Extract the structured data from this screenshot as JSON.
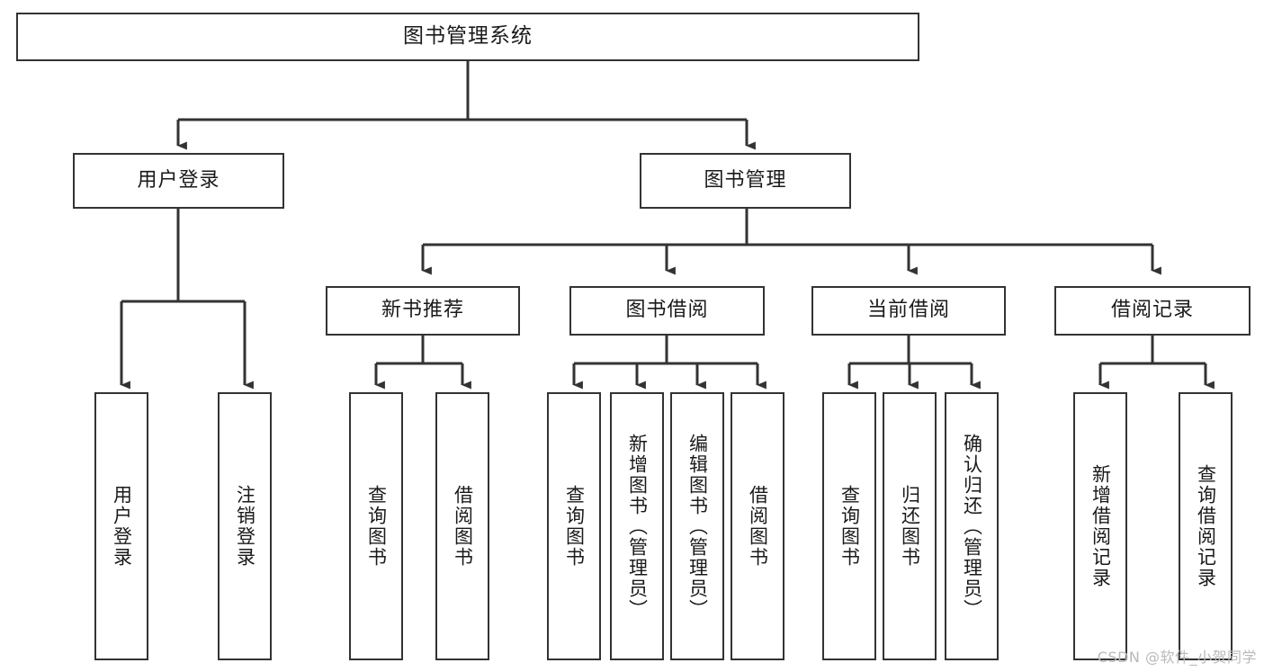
{
  "diagram": {
    "title": "图书管理系统",
    "type": "tree",
    "watermark": "CSDN @软件_小贺同学",
    "colors": {
      "stroke": "#333333",
      "fill": "#ffffff",
      "text": "#1a1a1a",
      "watermark": "#b9b9b9"
    },
    "nodes": {
      "root": {
        "label": "图书管理系统"
      },
      "level2": [
        {
          "id": "user-login",
          "label": "用户登录"
        },
        {
          "id": "book-manage",
          "label": "图书管理"
        }
      ],
      "level3": [
        {
          "id": "new-book-recommend",
          "label": "新书推荐"
        },
        {
          "id": "book-borrow",
          "label": "图书借阅"
        },
        {
          "id": "current-borrow",
          "label": "当前借阅"
        },
        {
          "id": "borrow-record",
          "label": "借阅记录"
        }
      ],
      "leaves": {
        "user_login": [
          {
            "id": "leaf-user-login",
            "label": "用户登录"
          },
          {
            "id": "leaf-logout-login",
            "label": "注销登录"
          }
        ],
        "new_book_recommend": [
          {
            "id": "leaf-query-book-1",
            "label": "查询图书"
          },
          {
            "id": "leaf-borrow-book-1",
            "label": "借阅图书"
          }
        ],
        "book_borrow": [
          {
            "id": "leaf-query-book-2",
            "label": "查询图书"
          },
          {
            "id": "leaf-add-book",
            "label": "新增图书（管理员）"
          },
          {
            "id": "leaf-edit-book",
            "label": "编辑图书（管理员）"
          },
          {
            "id": "leaf-borrow-book-2",
            "label": "借阅图书"
          }
        ],
        "current_borrow": [
          {
            "id": "leaf-query-book-3",
            "label": "查询图书"
          },
          {
            "id": "leaf-return-book",
            "label": "归还图书"
          },
          {
            "id": "leaf-confirm-return",
            "label": "确认归还（管理员）"
          }
        ],
        "borrow_record": [
          {
            "id": "leaf-add-record",
            "label": "新增借阅记录"
          },
          {
            "id": "leaf-query-record",
            "label": "查询借阅记录"
          }
        ]
      }
    }
  }
}
